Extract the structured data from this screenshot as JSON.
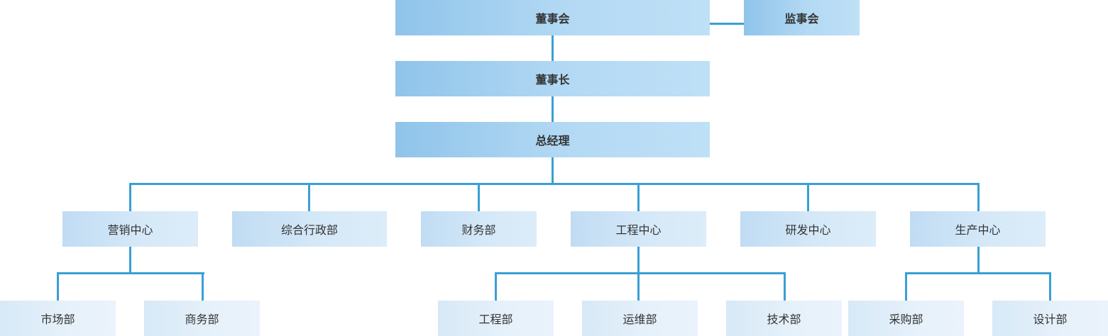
{
  "org_chart": {
    "board": "董事会",
    "supervisors": "监事会",
    "chairman": "董事长",
    "general_manager": "总经理",
    "departments": [
      {
        "label": "营销中心",
        "children": [
          "市场部",
          "商务部"
        ]
      },
      {
        "label": "综合行政部",
        "children": []
      },
      {
        "label": "财务部",
        "children": []
      },
      {
        "label": "工程中心",
        "children": [
          "工程部",
          "运维部",
          "技术部"
        ]
      },
      {
        "label": "研发中心",
        "children": []
      },
      {
        "label": "生产中心",
        "children": [
          "采购部",
          "设计部"
        ]
      }
    ]
  },
  "colors": {
    "connector": "#3a9fd5",
    "top_box": "#a8d2f1",
    "mid_box": "#d2e7f7",
    "low_box": "#e4f0fa",
    "text": "#333333"
  }
}
